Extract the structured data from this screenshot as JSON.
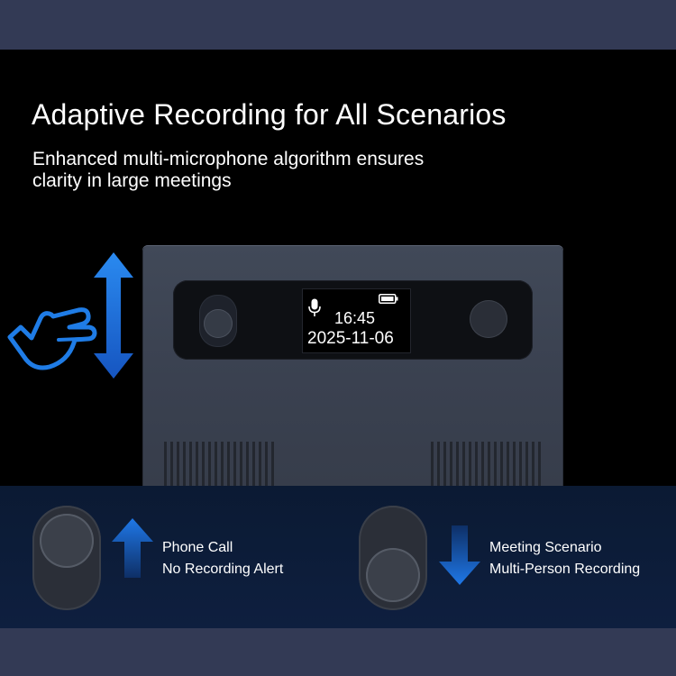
{
  "title": "Adaptive Recording for All Scenarios",
  "subtitle_lines": [
    "Enhanced multi-microphone algorithm ensures",
    "clarity in large meetings"
  ],
  "device": {
    "time": "16:45",
    "date": "2025-11-06",
    "icons": [
      "mic-icon",
      "battery-icon",
      "hand-touch-icon",
      "up-down-arrow-icon"
    ]
  },
  "modes": [
    {
      "direction": "up",
      "icon": "arrow-up-icon",
      "title": "Phone Call",
      "description": "No Recording Alert"
    },
    {
      "direction": "down",
      "icon": "arrow-down-icon",
      "title": "Meeting Scenario",
      "description": "Multi-Person Recording"
    }
  ],
  "colors": {
    "accent": "#1f6ed4",
    "frame": "#333a55",
    "background": "#000000",
    "info_band": "#0d1d3a"
  }
}
